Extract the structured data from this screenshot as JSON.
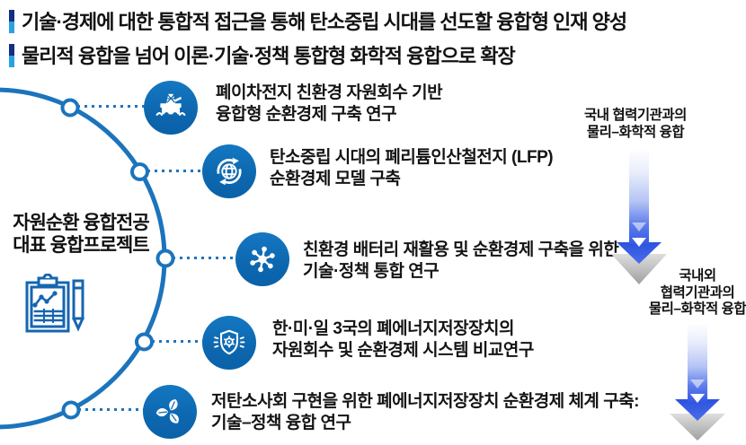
{
  "header": {
    "bullets": [
      "기술·경제에 대한 통합적 접근을 통해 탄소중립 시대를 선도할 융합형 인재 양성",
      "물리적 융합을 넘어 이론·기술·정책 통합형 화학적 융합으로 확장"
    ]
  },
  "left": {
    "title_lines": [
      "자원순환 융합전공",
      "대표 융합프로젝트"
    ],
    "icon": "clipboard-chart-pencil-icon"
  },
  "projects": [
    {
      "icon": "oil-platform-icon",
      "lines": [
        "폐이차전지 친환경 자원회수 기반",
        "융합형 순환경제 구축 연구"
      ]
    },
    {
      "icon": "globe-recycle-icon",
      "lines": [
        "탄소중립 시대의 폐리튬인산철전지 (LFP)",
        "순환경제 모델 구축"
      ]
    },
    {
      "icon": "molecule-network-icon",
      "lines": [
        "친환경 배터리 재활용 및 순환경제 구축을 위한",
        "기술·정책 통합 연구"
      ]
    },
    {
      "icon": "shield-gear-icon",
      "lines": [
        "한·미·일 3국의 폐에너지저장장치의",
        "자원회수 및 순환경제 시스템 비교연구"
      ]
    },
    {
      "icon": "recycle-leaves-icon",
      "lines": [
        "저탄소사회 구현을 위한 폐에너지저장장치 순환경제 체계 구축:",
        "기술–정책 융합 연구"
      ]
    }
  ],
  "arrows": [
    {
      "label_lines": [
        "국내 협력기관과의",
        "물리–화학적 융합"
      ]
    },
    {
      "label_lines": [
        "국내외",
        "협력기관과의",
        "물리–화학적 융합"
      ]
    }
  ],
  "colors": {
    "primary_blue": "#1b74bc",
    "icon_blue_top": "#1478c2",
    "icon_blue_bottom": "#0a61a8",
    "bullet_navy": "#132f82",
    "bullet_azure": "#2aa2e1",
    "arrow_blue": "#3558e4",
    "arrow_gray": "#a0a0a0",
    "text": "#121212"
  }
}
